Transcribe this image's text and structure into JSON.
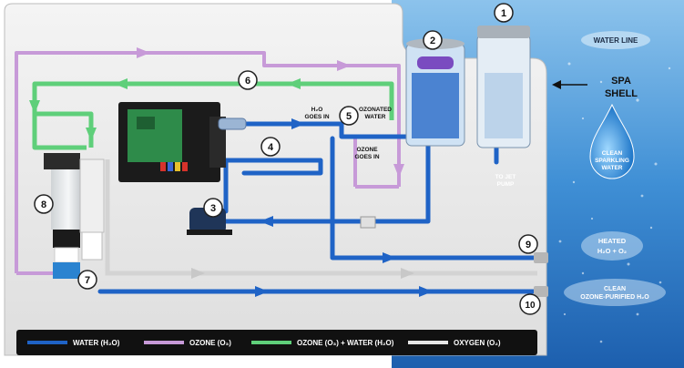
{
  "callouts": [
    "1",
    "2",
    "3",
    "4",
    "5",
    "6",
    "7",
    "8",
    "9",
    "10"
  ],
  "labels": {
    "water_line": "WATER LINE",
    "spa_shell_1": "SPA",
    "spa_shell_2": "SHELL",
    "h2o_goes_in_1": "H₂O",
    "h2o_goes_in_2": "GOES IN",
    "ozonated_water_1": "OZONATED",
    "ozonated_water_2": "WATER",
    "ozone_goes_in_1": "OZONE",
    "ozone_goes_in_2": "GOES IN",
    "to_jet_pump_1": "TO JET",
    "to_jet_pump_2": "PUMP",
    "clean_sparkling_1": "CLEAN",
    "clean_sparkling_2": "SPARKLING",
    "clean_sparkling_3": "WATER",
    "heated_1": "HEATED",
    "heated_2": "H₂O + O₂",
    "clean_purified_1": "CLEAN",
    "clean_purified_2": "OZONE-PURIFIED H₂O"
  },
  "legend": [
    {
      "label": "WATER (H₂O)",
      "color": "#1f63c6"
    },
    {
      "label": "OZONE (O₃)",
      "color": "#c79ad8"
    },
    {
      "label": "OZONE (O₃) + WATER (H₂O)",
      "color": "#5fcf7a"
    },
    {
      "label": "OXYGEN (O₂)",
      "color": "#e6e6e6"
    }
  ],
  "colors": {
    "water": "#1f63c6",
    "ozone": "#c79ad8",
    "ozone_water": "#5fcf7a",
    "oxygen": "#d9d9d9",
    "spa": "#4a93d6"
  }
}
